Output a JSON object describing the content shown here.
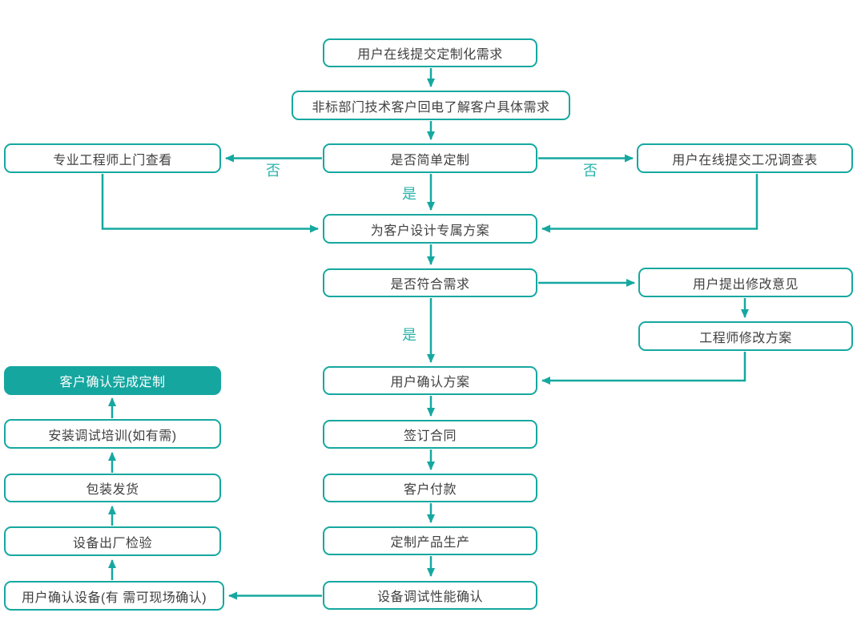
{
  "flowchart": {
    "nodes": [
      {
        "id": "submit-request",
        "label": "用户在线提交定制化需求"
      },
      {
        "id": "callback",
        "label": "非标部门技术客户回电了解客户具体需求"
      },
      {
        "id": "engineer-visit",
        "label": "专业工程师上门查看"
      },
      {
        "id": "simple-custom-decision",
        "label": "是否简单定制"
      },
      {
        "id": "condition-survey",
        "label": "用户在线提交工况调查表"
      },
      {
        "id": "design-plan",
        "label": "为客户设计专属方案"
      },
      {
        "id": "meets-needs-decision",
        "label": "是否符合需求"
      },
      {
        "id": "revision-feedback",
        "label": "用户提出修改意见"
      },
      {
        "id": "engineer-revise",
        "label": "工程师修改方案"
      },
      {
        "id": "confirm-plan",
        "label": "用户确认方案"
      },
      {
        "id": "custom-complete",
        "label": "客户确认完成定制"
      },
      {
        "id": "sign-contract",
        "label": "签订合同"
      },
      {
        "id": "install-training",
        "label": "安装调试培训(如有需)"
      },
      {
        "id": "customer-payment",
        "label": "客户付款"
      },
      {
        "id": "pack-ship",
        "label": "包装发货"
      },
      {
        "id": "production",
        "label": "定制产品生产"
      },
      {
        "id": "factory-inspection",
        "label": "设备出厂检验"
      },
      {
        "id": "debug-confirm",
        "label": "设备调试性能确认"
      },
      {
        "id": "confirm-device",
        "label": "用户确认设备(有 需可现场确认)"
      }
    ],
    "branch_labels": [
      {
        "id": "no-left",
        "text": "否"
      },
      {
        "id": "no-right",
        "text": "否"
      },
      {
        "id": "yes-top",
        "text": "是"
      },
      {
        "id": "yes-mid",
        "text": "是"
      }
    ],
    "colors": {
      "accent_teal": "#16A8A0",
      "filled_node_fill": "#16A6A0",
      "branch_label_teal": "#2BB3AB",
      "node_text": "#404040",
      "filled_node_text": "#FFFFFF",
      "background": "#FFFFFF"
    }
  }
}
